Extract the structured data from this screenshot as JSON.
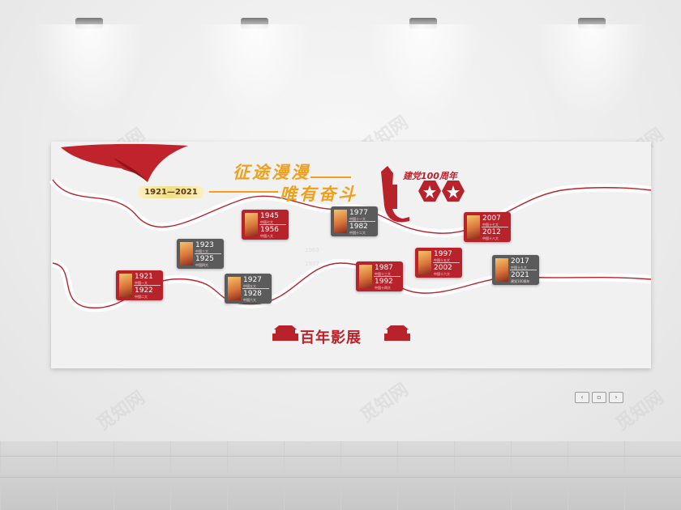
{
  "range_label": "1921—2021",
  "title_line1": "征途漫漫",
  "title_line2": "唯有奋斗",
  "party_label": "建党100周年",
  "bottom_title": "百年影展",
  "faint_years": [
    "1969",
    "1977"
  ],
  "watermark": "觅知网",
  "nav_buttons": [
    "‹",
    "▫",
    "›"
  ],
  "cards": [
    {
      "color": "red",
      "years": [
        "1921",
        "1922"
      ],
      "subs": [
        "中国一大",
        "中国二大"
      ]
    },
    {
      "color": "gray",
      "years": [
        "1923",
        "1925"
      ],
      "subs": [
        "中国三大",
        "中国四大"
      ]
    },
    {
      "color": "red",
      "years": [
        "1945",
        "1956"
      ],
      "subs": [
        "中国七大",
        "中国八大"
      ]
    },
    {
      "color": "gray",
      "years": [
        "1927",
        "1928"
      ],
      "subs": [
        "中国五大",
        "中国六大"
      ]
    },
    {
      "color": "gray",
      "years": [
        "1977",
        "1982"
      ],
      "subs": [
        "中国十一大",
        "中国十二大"
      ]
    },
    {
      "color": "red",
      "years": [
        "1987",
        "1992"
      ],
      "subs": [
        "中国十三大",
        "中国十四大"
      ]
    },
    {
      "color": "red",
      "years": [
        "1997",
        "2002"
      ],
      "subs": [
        "中国十五大",
        "中国十六大"
      ]
    },
    {
      "color": "red",
      "years": [
        "2007",
        "2012"
      ],
      "subs": [
        "中国十七大",
        "中国十八大"
      ]
    },
    {
      "color": "gray",
      "years": [
        "2017",
        "2021"
      ],
      "subs": [
        "中国十九大",
        "建党100周年"
      ]
    }
  ],
  "colors": {
    "accent_red": "#b8222b",
    "accent_gray": "#5b5b5b",
    "title_yellow": "#f0a019"
  }
}
